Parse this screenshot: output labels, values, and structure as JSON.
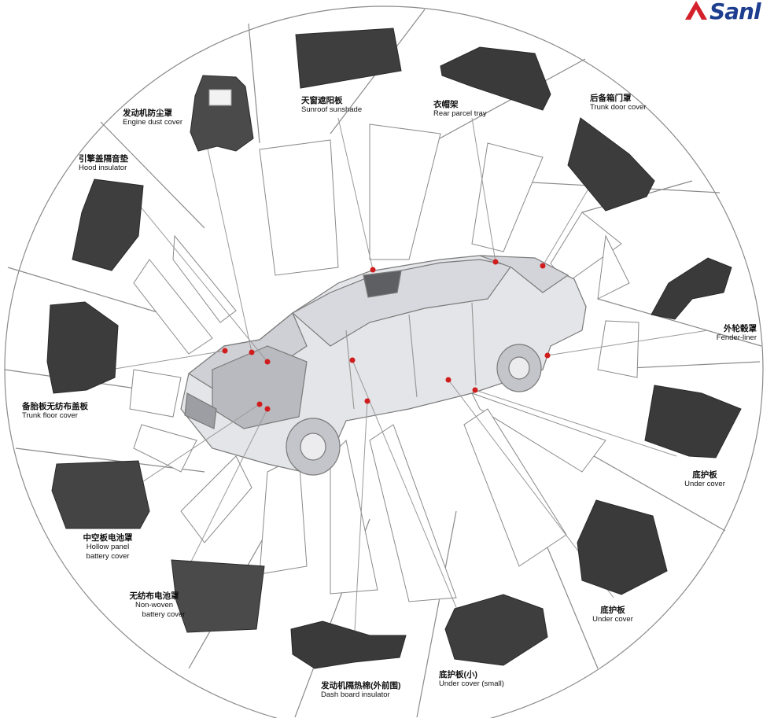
{
  "brand": {
    "logo_text": "Sanl"
  },
  "colors": {
    "logo_red": "#d4202a",
    "logo_blue": "#1d3d8f",
    "callout_dot": "#d01c1c",
    "part_felt": "#4a4a4a"
  },
  "parts": [
    {
      "zh": "发动机防尘罩",
      "en": "Engine dust cover"
    },
    {
      "zh": "天窗遮阳板",
      "en": "Sunroof sunshade"
    },
    {
      "zh": "衣帽架",
      "en": "Rear parcel tray"
    },
    {
      "zh": "后备箱门罩",
      "en": "Trunk door cover"
    },
    {
      "zh": "引擎盖隔音垫",
      "en": "Hood insulator"
    },
    {
      "zh": "外轮毂罩",
      "en": "Fender-liner"
    },
    {
      "zh": "备胎板无纺布盖板",
      "en": "Trunk floor cover"
    },
    {
      "zh": "底护板",
      "en": "Under cover"
    },
    {
      "zh": "中空板电池罩",
      "en": "Hollow panel",
      "en2": "battery cover"
    },
    {
      "zh": "底护板",
      "en": "Under cover"
    },
    {
      "zh": "无纺布电池罩",
      "en": "Non-woven",
      "en2": "battery cover"
    },
    {
      "zh": "发动机隔热棉(外前围)",
      "en": "Dash board insulator"
    },
    {
      "zh": "底护板(小)",
      "en": "Under cover (small)"
    }
  ]
}
